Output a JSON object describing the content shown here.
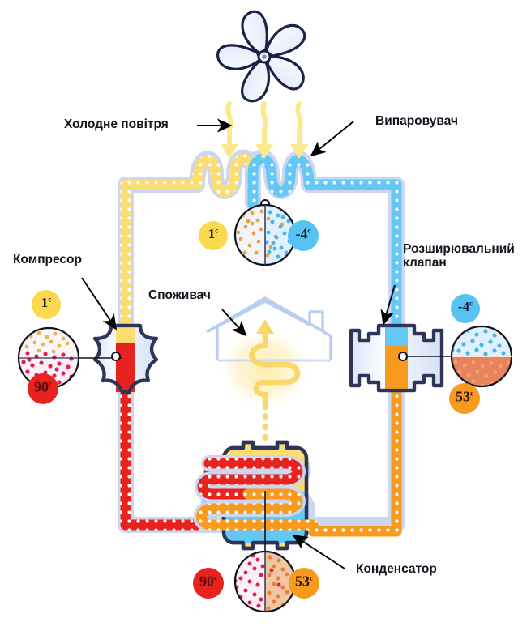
{
  "diagram": {
    "title_alt": "Heat pump cycle diagram",
    "labels": {
      "cold_air": "Холодне повітря",
      "evaporator": "Випаровувач",
      "compressor": "Компресор",
      "expansion_valve": "Розширювальний\nклапан",
      "consumer": "Споживач",
      "condenser": "Конденсатор"
    },
    "badges": {
      "evap_left": "1",
      "evap_right": "-4",
      "comp_top": "1",
      "comp_bottom": "90",
      "valve_top": "-4",
      "valve_bottom": "53",
      "cond_left": "90",
      "cond_right": "53",
      "degree_suffix": "c"
    },
    "colors": {
      "yellow": "#fbdd72",
      "yellow_light": "#fde9a8",
      "blue": "#63c8f5",
      "blue_light": "#a8ddf7",
      "red": "#e8231f",
      "orange": "#f79a1d",
      "navy": "#2e3559",
      "pipe_halo": "#ccd6ee",
      "panel_fill": "#e8eefb",
      "badge_text_dark": "#141424",
      "badge_text_red": "#5a0b0b",
      "house_outline": "#b9cdf0",
      "house_glow": "#fdf0b8",
      "arrow_black": "#000000"
    },
    "icons": {
      "fan": "fan-icon",
      "house": "house-icon",
      "compressor": "compressor-icon",
      "valve": "expansion-valve-icon",
      "condenser": "condenser-tank-icon",
      "air_arrow": "down-air-arrow-icon"
    }
  }
}
